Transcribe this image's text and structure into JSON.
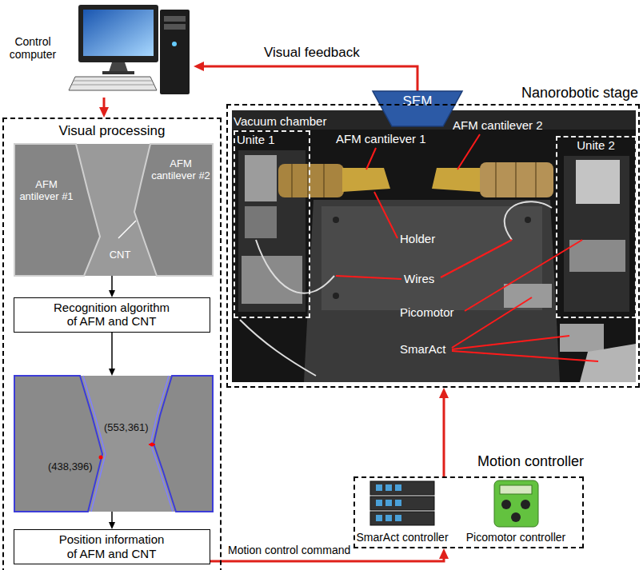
{
  "diagram": {
    "nodes": [
      {
        "text": [
          "Control computer"
        ]
      },
      {
        "text": [
          "SEM"
        ]
      },
      {
        "text": [
          "Visual processing"
        ]
      },
      {
        "text": [
          "AFM antilever #1",
          "AFM cantilever #2",
          "CNT"
        ],
        "in": 2
      },
      {
        "text": [
          "Recognition algorithm of AFM and CNT"
        ],
        "in": 2
      },
      {
        "text": [
          "(553,361)",
          "(438,396)"
        ],
        "in": 2
      },
      {
        "text": [
          "Position information of AFM and CNT"
        ],
        "in": 2
      },
      {
        "text": [
          "Nanorobotic stage"
        ]
      },
      {
        "text": [
          "Unite 1"
        ],
        "in": 7
      },
      {
        "text": [
          "Unite 2"
        ],
        "in": 7
      },
      {
        "text": [
          "Motion controller"
        ]
      },
      {
        "text": [
          "SmarAct controller"
        ],
        "in": 10
      },
      {
        "text": [
          "Picomotor controller"
        ],
        "in": 10
      }
    ],
    "edges": [
      {
        "from": 1,
        "to": 0,
        "arrow": "to",
        "label": "Visual feedback"
      },
      {
        "from": 0,
        "to": 2,
        "arrow": "to"
      },
      {
        "from": 3,
        "to": 4,
        "arrow": "to"
      },
      {
        "from": 4,
        "to": 5,
        "arrow": "to"
      },
      {
        "from": 5,
        "to": 6,
        "arrow": "to"
      },
      {
        "from": 6,
        "to": 10,
        "arrow": "to",
        "label": "Motion control command"
      },
      {
        "from": 10,
        "to": 7,
        "arrow": "to"
      }
    ],
    "labels": [
      "Vacuum chamber",
      "AFM cantilever 1",
      "AFM cantilever 2",
      "Holder",
      "Wires",
      "Picomotor",
      "SmarAct"
    ]
  }
}
